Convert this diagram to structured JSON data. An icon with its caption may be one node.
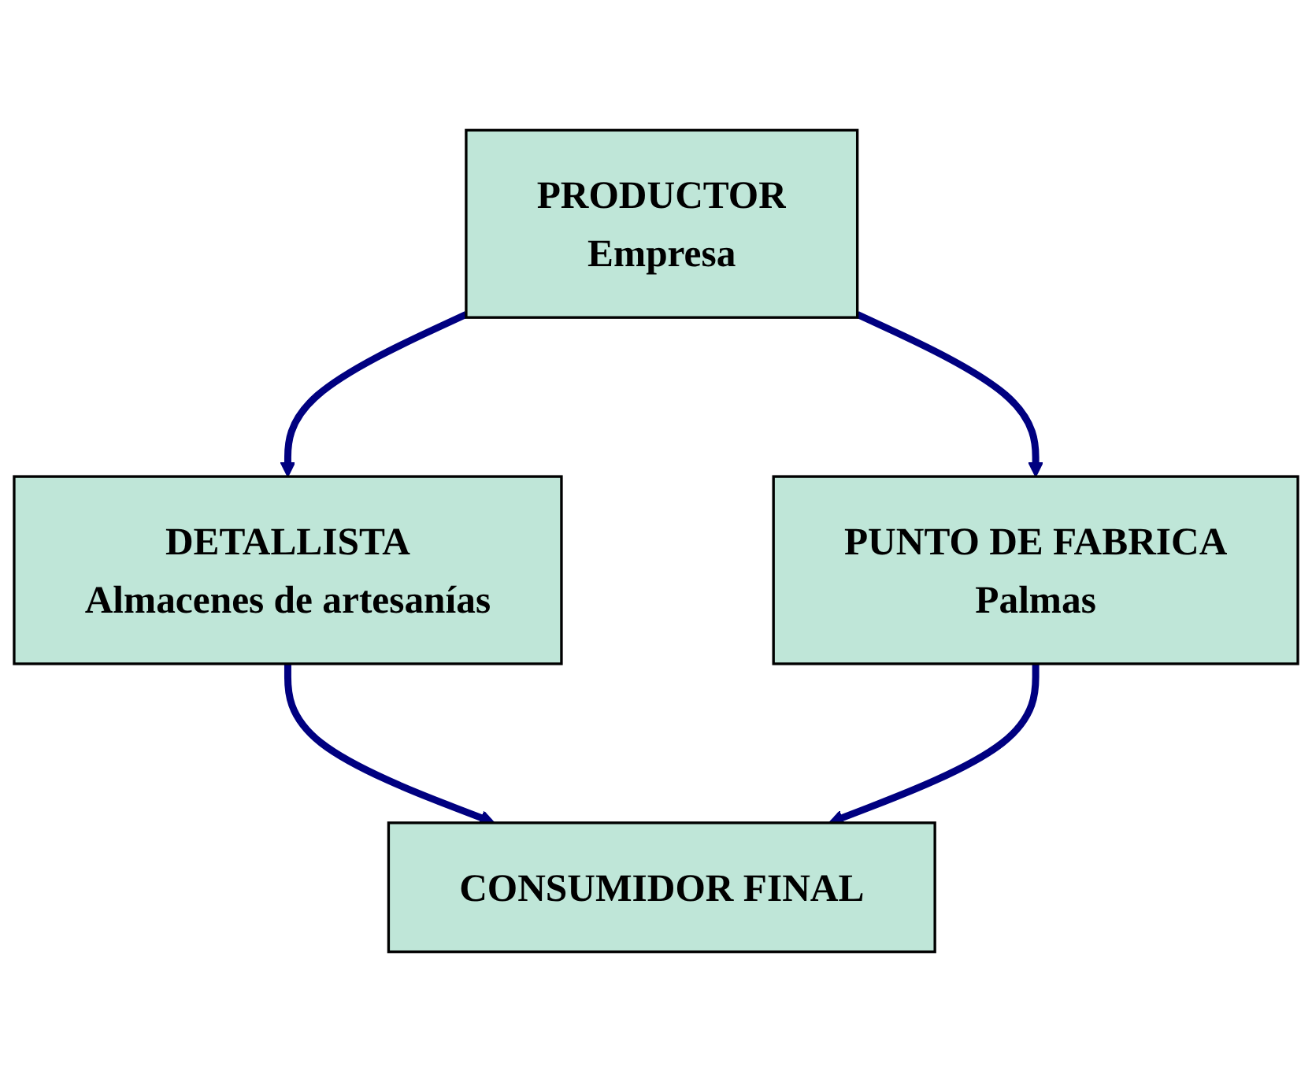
{
  "diagram": {
    "nodes": [
      {
        "text": [
          "PRODUCTOR",
          "Empresa"
        ]
      },
      {
        "text": [
          "PUNTO DE FABRICA",
          "Palmas"
        ]
      },
      {
        "text": [
          "DETALLISTA",
          "Almacenes de artesanías"
        ]
      },
      {
        "text": [
          "CONSUMIDOR FINAL"
        ]
      }
    ],
    "edges": [
      {
        "from": 0,
        "to": 2,
        "arrow": "to"
      },
      {
        "from": 0,
        "to": 1,
        "arrow": "to"
      },
      {
        "from": 2,
        "to": 3,
        "arrow": "to"
      },
      {
        "from": 1,
        "to": 3,
        "arrow": "to"
      }
    ]
  }
}
